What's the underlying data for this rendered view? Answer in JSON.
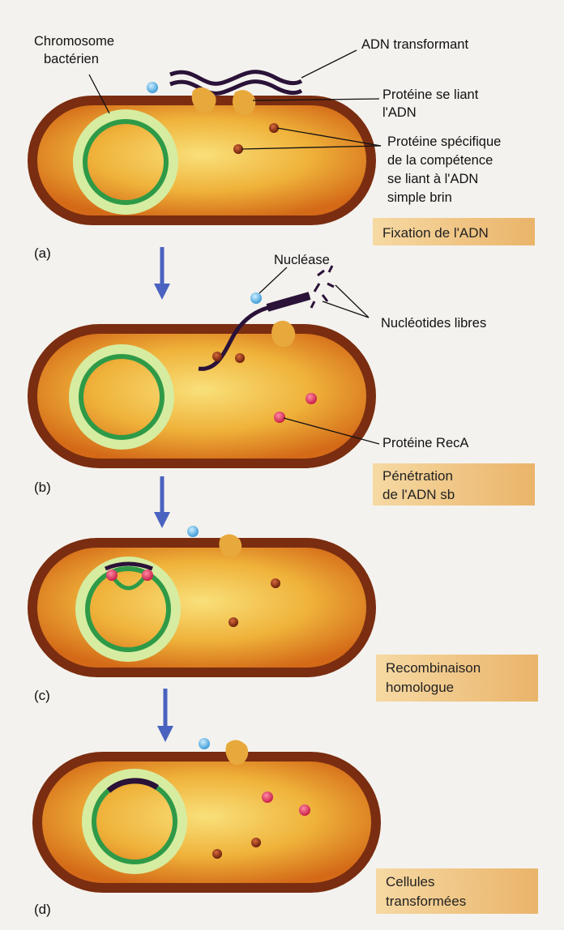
{
  "labels": {
    "chromosome_line1": "Chromosome",
    "chromosome_line2": "bactérien",
    "dna_transforming": "ADN transformant",
    "binding_protein_line1": "Protéine se liant",
    "binding_protein_line2": "l'ADN",
    "competence_line1": "Protéine spécifique",
    "competence_line2": "de la compétence",
    "competence_line3": "se liant à l'ADN",
    "competence_line4": "simple brin",
    "nuclease": "Nucléase",
    "free_nucleotides": "Nucléotides libres",
    "reca": "Protéine RecA"
  },
  "panels": [
    {
      "letter": "(a)",
      "step_lines": [
        "Fixation de l'ADN"
      ]
    },
    {
      "letter": "(b)",
      "step_lines": [
        "Pénétration",
        "de l'ADN sb"
      ]
    },
    {
      "letter": "(c)",
      "step_lines": [
        "Recombinaison",
        "homologue"
      ]
    },
    {
      "letter": "(d)",
      "step_lines": [
        "Cellules",
        "transformées"
      ]
    }
  ],
  "colors": {
    "cell_wall": "#7a2d10",
    "cytoplasm_center": "#f7d65a",
    "cytoplasm_edge": "#d8751a",
    "chromosome": "#2e9a48",
    "chromosome_halo": "#cfe89a",
    "dna": "#2a1238",
    "arrow": "#4a63c0",
    "label_box": "#f1c275",
    "competence_protein": "#8a2d14",
    "reca": "#e02d5a",
    "nuclease": "#63b7e8",
    "binding_protein": "#e8a93c"
  }
}
